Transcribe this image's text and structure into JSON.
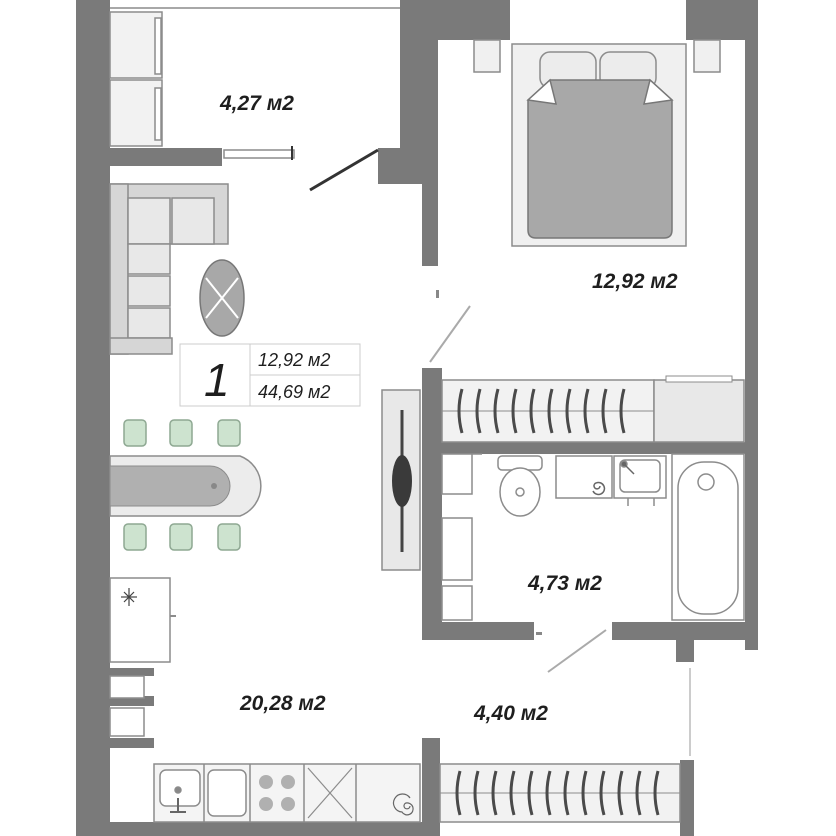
{
  "rooms": [
    {
      "id": "storage",
      "area": "4,27 м2"
    },
    {
      "id": "bedroom",
      "area": "12,92 м2"
    },
    {
      "id": "bathroom",
      "area": "4,73 м2"
    },
    {
      "id": "living-kitchen",
      "area": "20,28 м2"
    },
    {
      "id": "hallway",
      "area": "4,40 м2"
    }
  ],
  "info_box": {
    "room_count": "1",
    "living_area": "12,92 м2",
    "total_area": "44,69 м2"
  },
  "colors": {
    "wall": "#7a7a7a",
    "furniture_fill": "#e4e4e4",
    "furniture_stroke": "#8c8c8c",
    "bed_fill": "#a8a8a8",
    "chair_fill": "#cde3cf",
    "text": "#1e1e1e"
  }
}
